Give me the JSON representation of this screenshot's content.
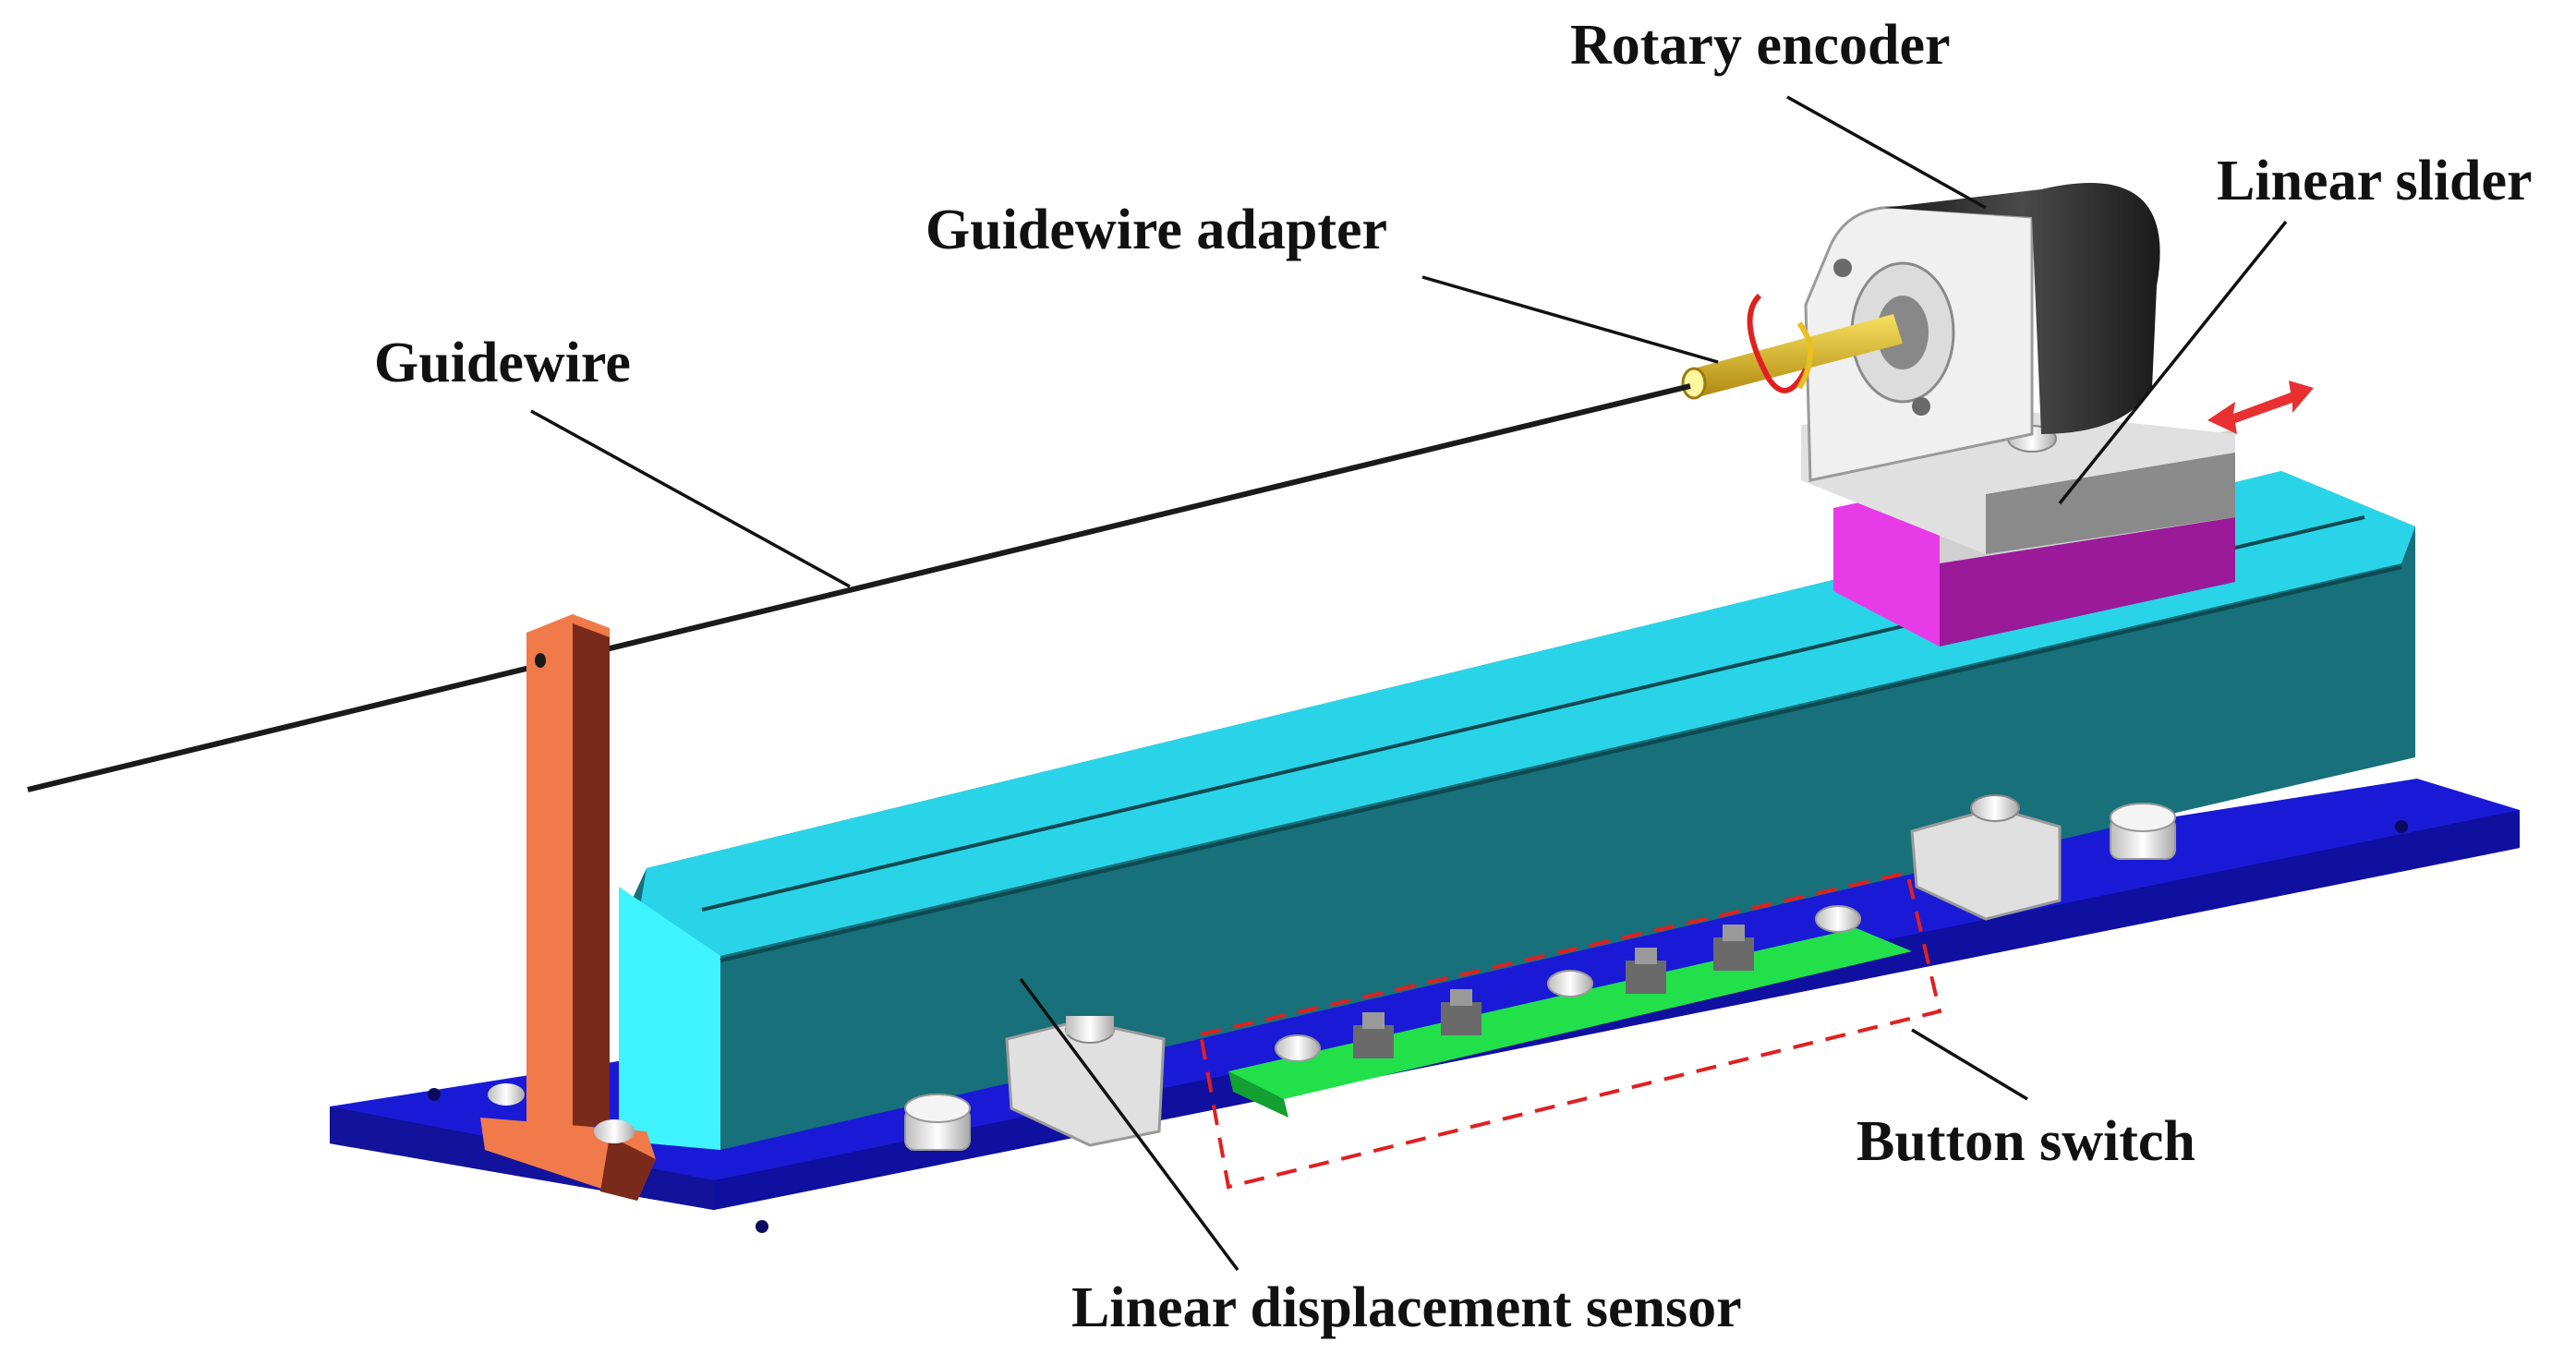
{
  "labels": {
    "rotary_encoder": "Rotary encoder",
    "linear_slider": "Linear slider",
    "guidewire_adapter": "Guidewire adapter",
    "guidewire": "Guidewire",
    "button_switch": "Button switch",
    "linear_displacement_sensor": "Linear displacement sensor"
  },
  "colors": {
    "base_plate": "#1a1ad6",
    "rail_top": "#2ad4e8",
    "rail_side": "#17707a",
    "rail_end": "#3ff4ff",
    "slider_block": "#e83be8",
    "slider_block_side": "#9a1a9a",
    "post": "#f07a4a",
    "post_shadow": "#7a2a1a",
    "pcb": "#22e04a",
    "encoder_body": "#2a2a2a",
    "adapter": "#e8c020",
    "arrow": "#e83030",
    "dashed_box": "#e02020"
  }
}
